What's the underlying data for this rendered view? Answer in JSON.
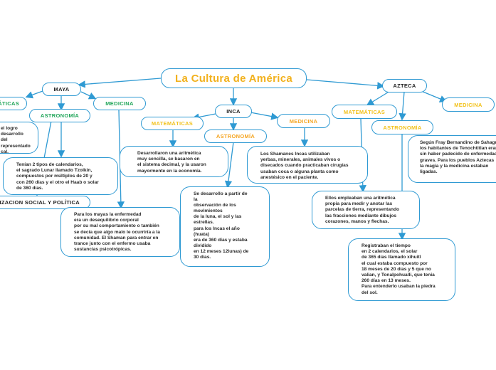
{
  "colors": {
    "line": "#2f9ad3",
    "title": "#f2b11d",
    "green": "#21a65a",
    "yellow": "#f2c21d",
    "orange": "#f5a623"
  },
  "title": "La Cultura de América",
  "maya": {
    "label": "MAYA",
    "matematicas": "MATEMÁTICAS",
    "astronomia": "ASTRONOMÍA",
    "medicina": "MEDICINA",
    "organizacion": "ORGANIZACION SOCIAL Y POLÍTICA",
    "astronomia_note_partial": "el logro\ndesarrollo del\nrepresentado\ncal.",
    "calendarios_note": "Tenían 2 tipos de calendarios,\nel sagrado Lunar llamado Tzolkin,\ncompuestos por múltiplos de 20 y\ncon 260 días y el otro el Haab o solar\nde 360 días.",
    "medicina_note": "Para los mayas la enfermedad\nera un desequilibrio corporal\npor su mal comportamiento o también\nse decía que algo malo le ocurriría a la\ncomunidad. El Shaman para entrar en\ntrance junto con el enfermo usaba\nsustancias psicotrópicas."
  },
  "inca": {
    "label": "INCA",
    "matematicas": "MATEMÁTICAS",
    "astronomia": "ASTRONOMÍA",
    "medicina": "MEDICINA",
    "matematicas_note": "Desarrollaron una aritmética\nmuy sencilla, se basaron en\nel sistema decimal, y la usaron\nmayormente en la economía.",
    "astronomia_note": "Se desarrollo a partir de\nla\nobservación de los\nmovimientos\nde la  luna, el sol y las\nestrellas.\npara los Incas el año\n(huata)\nera de 360 días y estaba\ndividido\nen 12 meses 12lunas) de\n30 días.",
    "medicina_note": "Los Shamanes Incas utilizaban\nyerbas, minerales, animales vivos o\ndisecados cuando practicaban cirugías\nusaban coca o alguna planta como\nanestésico en el paciente."
  },
  "azteca": {
    "label": "AZTECA",
    "matematicas": "MATEMÁTICAS",
    "astronomia": "ASTRONOMÍA",
    "medicina": "MEDICINA",
    "matematicas_note": "Ellos empleaban una aritmética\npropia para medir y anotar las\nparcelas de tierra, representando\nlas fracciones mediante dibujos\ncorazones, manos y flechas.",
    "astronomia_note": "Registraban el tiempo\nen 2 calendarios, el solar\nde 365 días llamado xihuitl\nel cual estaba compuesto por\n18 meses de 20 días y 5 que no\nvalian, y Tonalpohualli, que tenia\n260 días en 13 meses.\nPara entenderlo usaban la piedra\ndel sol.",
    "medicina_note_partial": "Según Fray Bernandino de Sahagún\nlos habitantes de Tenochtitlan eran\nsin haber padecido de enfermedades\ngraves. Para los pueblos Aztecas\nla magia y la medicina estaban\nligadas."
  }
}
